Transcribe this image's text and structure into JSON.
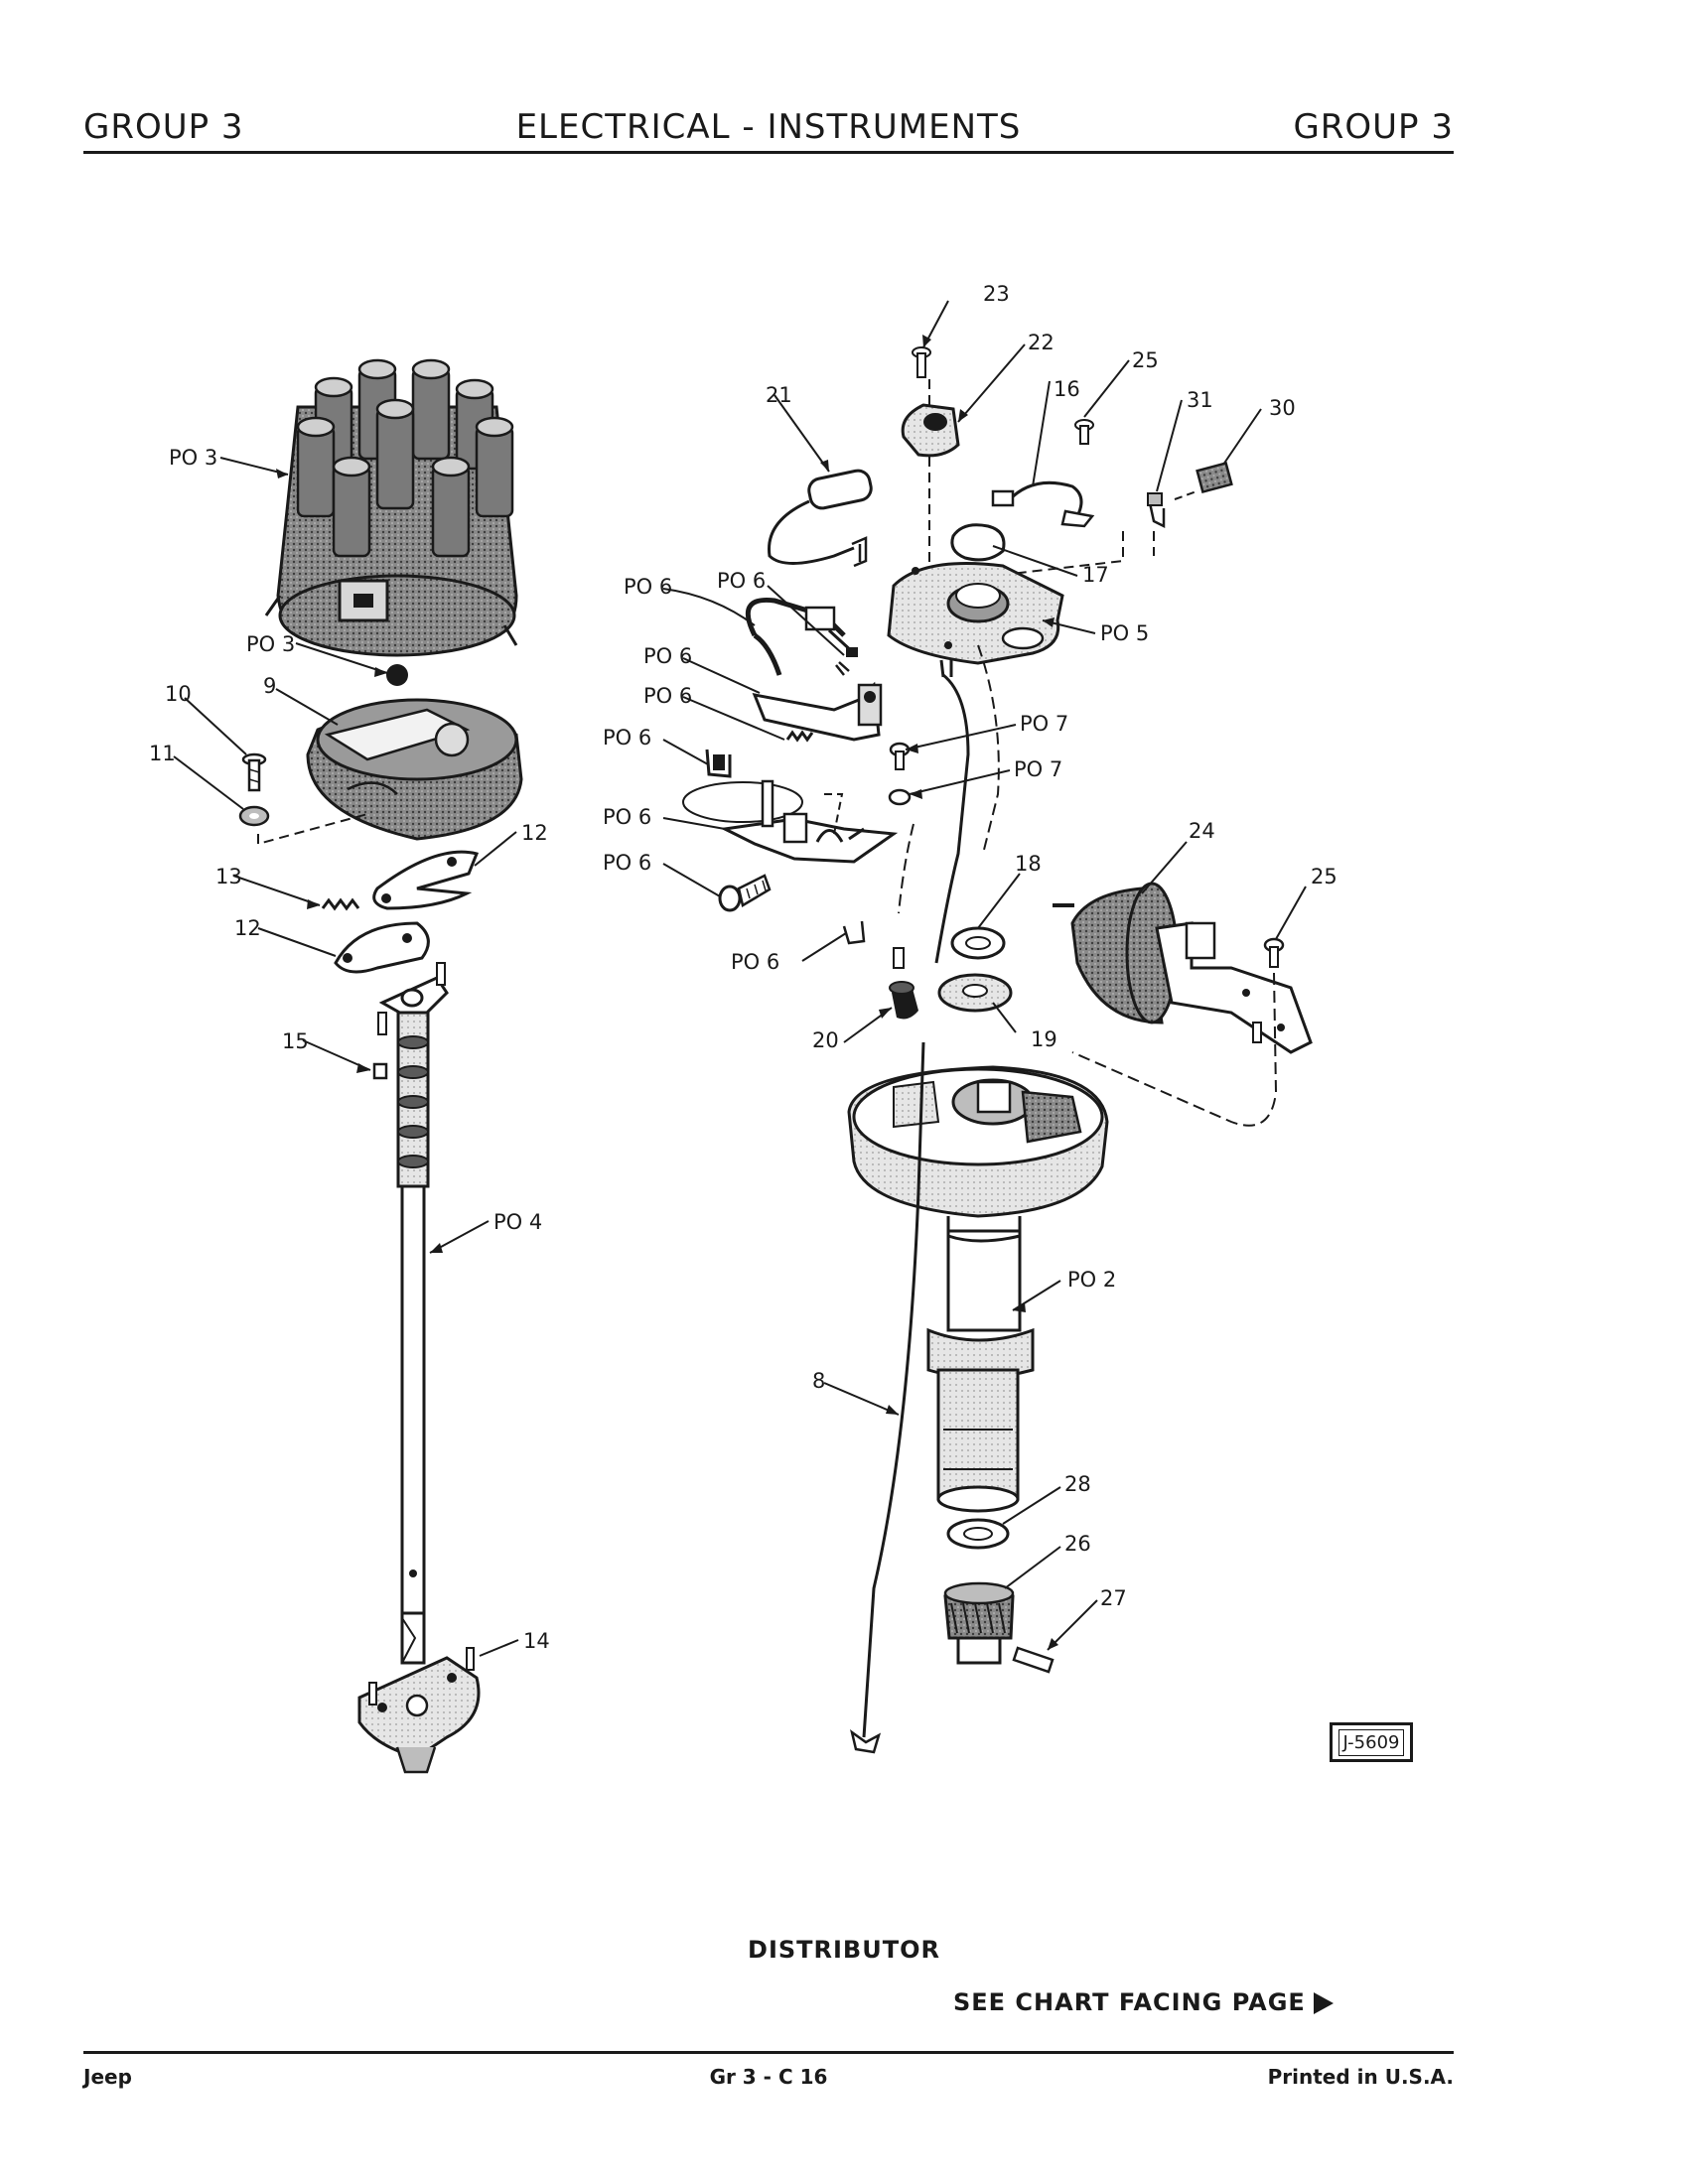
{
  "header": {
    "left": "GROUP 3",
    "center": "ELECTRICAL - INSTRUMENTS",
    "right": "GROUP 3"
  },
  "callouts": {
    "po3_cap": "PO 3",
    "po3_contact": "PO 3",
    "c9": "9",
    "c10": "10",
    "c11": "11",
    "c12_upper": "12",
    "c12_lower": "12",
    "c13": "13",
    "c15": "15",
    "po4": "PO 4",
    "c14": "14",
    "c23": "23",
    "c22": "22",
    "c21": "21",
    "c16": "16",
    "c25_top": "25",
    "c31": "31",
    "c30": "30",
    "c17": "17",
    "po5": "PO 5",
    "po6_a": "PO 6",
    "po6_b": "PO 6",
    "po6_c": "PO 6",
    "po6_d": "PO 6",
    "po6_e": "PO 6",
    "po6_f": "PO 6",
    "po6_g": "PO 6",
    "po6_h": "PO 6",
    "po7_a": "PO 7",
    "po7_b": "PO 7",
    "c18": "18",
    "c24": "24",
    "c25_right": "25",
    "c20": "20",
    "c19": "19",
    "po2": "PO 2",
    "c8": "8",
    "c28": "28",
    "c26": "26",
    "c27": "27"
  },
  "figure_id": "J-5609",
  "caption": "DISTRIBUTOR",
  "see_chart": "SEE CHART FACING PAGE",
  "footer": {
    "left": "Jeep",
    "center": "Gr 3 - C 16",
    "right": "Printed in U.S.A."
  }
}
